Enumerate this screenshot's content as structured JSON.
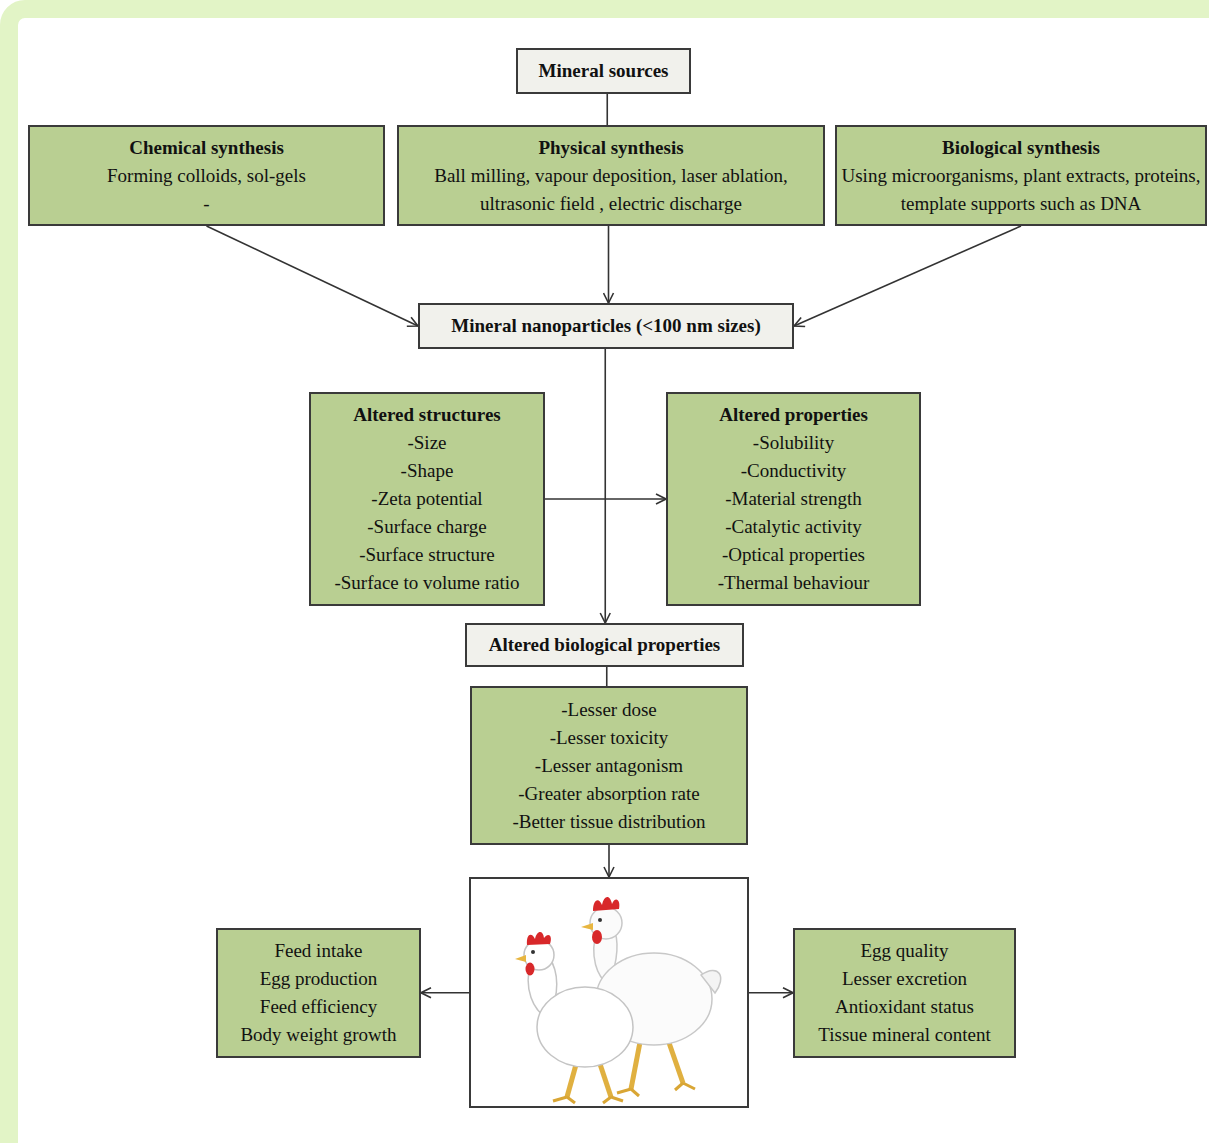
{
  "diagram": {
    "nodes": [
      {
        "text": [
          "Mineral sources"
        ]
      },
      {
        "text": [
          "Chemical synthesis",
          "Forming colloids, sol-gels",
          "-"
        ]
      },
      {
        "text": [
          "Physical synthesis",
          "Ball milling, vapour deposition, laser ablation, ultrasonic field , electric discharge"
        ]
      },
      {
        "text": [
          "Biological synthesis",
          "Using microorganisms, plant extracts, proteins, template supports such as DNA"
        ]
      },
      {
        "text": [
          "Mineral nanoparticles (<100 nm sizes)"
        ]
      },
      {
        "text": [
          "Altered structures",
          "-Size",
          "-Shape",
          "-Zeta potential",
          "-Surface charge",
          "-Surface structure",
          "-Surface to volume ratio"
        ]
      },
      {
        "text": [
          "Altered properties",
          "-Solubility",
          "-Conductivity",
          "-Material strength",
          "-Catalytic activity",
          "-Optical properties",
          "-Thermal behaviour"
        ]
      },
      {
        "text": [
          "Altered biological properties"
        ]
      },
      {
        "text": [
          "-Lesser dose",
          "-Lesser toxicity",
          "-Lesser antagonism",
          "-Greater absorption rate",
          "-Better tissue distribution"
        ]
      },
      {
        "text": []
      },
      {
        "text": [
          "Feed intake",
          "Egg production",
          "Feed efficiency",
          "Body weight growth"
        ]
      },
      {
        "text": [
          "Egg quality",
          "Lesser excretion",
          "Antioxidant status",
          "Tissue mineral content"
        ]
      }
    ],
    "edges": [
      {
        "from": 0,
        "to": 2,
        "arrow": "none"
      },
      {
        "from": 1,
        "to": 4,
        "arrow": "to"
      },
      {
        "from": 2,
        "to": 4,
        "arrow": "to"
      },
      {
        "from": 3,
        "to": 4,
        "arrow": "to"
      },
      {
        "from": 4,
        "to": 7,
        "arrow": "to"
      },
      {
        "from": 5,
        "to": 6,
        "arrow": "to"
      },
      {
        "from": 7,
        "to": 8,
        "arrow": "none"
      },
      {
        "from": 8,
        "to": 9,
        "arrow": "to"
      },
      {
        "from": 9,
        "to": 10,
        "arrow": "to"
      },
      {
        "from": 9,
        "to": 11,
        "arrow": "to"
      }
    ]
  }
}
